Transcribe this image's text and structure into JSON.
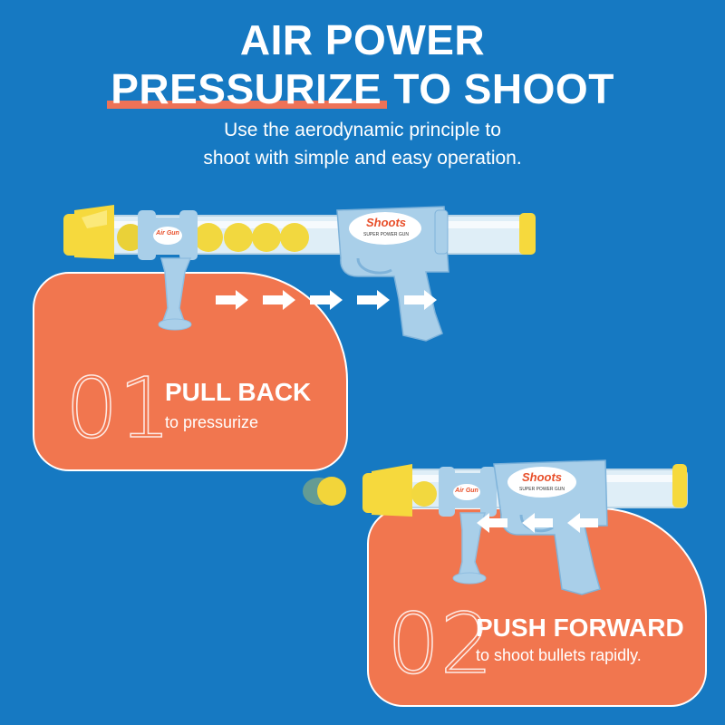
{
  "headline": {
    "line1": "AIR POWER",
    "line2_highlight": "PRESSURIZE",
    "line2_rest": " TO SHOOT"
  },
  "subtitle": {
    "line1": "Use the aerodynamic principle to",
    "line2": "shoot with simple and easy operation."
  },
  "steps": [
    {
      "number": "01",
      "title": "PULL BACK",
      "description": "to pressurize"
    },
    {
      "number": "02",
      "title": "PUSH FORWARD",
      "description": "to shoot bullets rapidly."
    }
  ],
  "product": {
    "logo_text": "Shoots",
    "logo_subtext": "SUPER POWER GUN",
    "handle_logo_text": "Air Gun"
  },
  "colors": {
    "background": "#1679c2",
    "card": "#f1764f",
    "highlight_bar": "#ee7257",
    "gun_body": "#a9cfe9",
    "ball": "#f3d43a",
    "muzzle": "#f7dd3e"
  }
}
